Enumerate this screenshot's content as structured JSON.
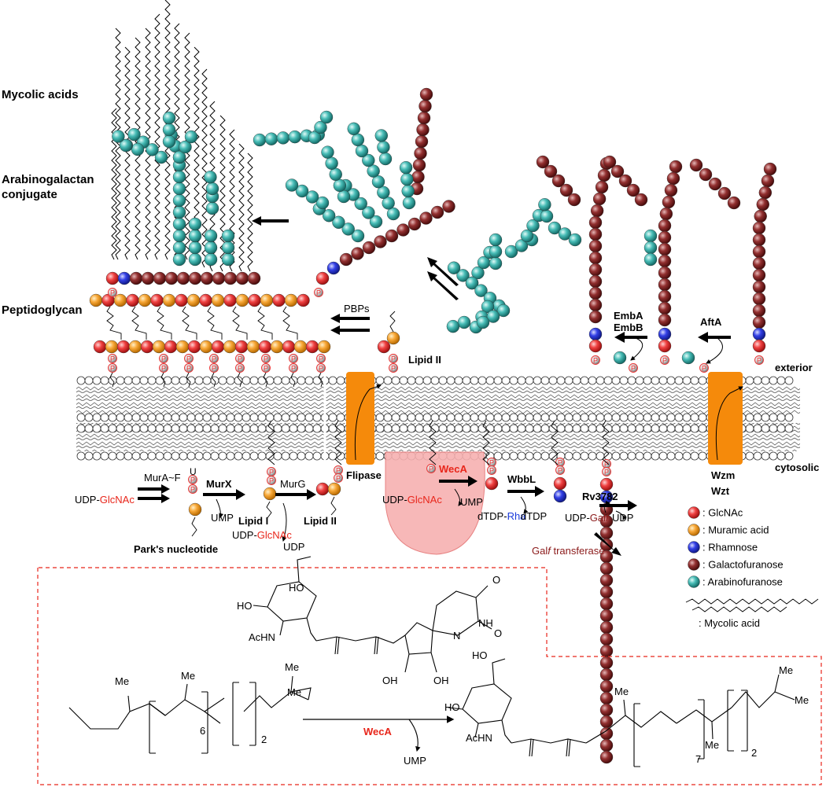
{
  "labels": {
    "mycolic_acids": "Mycolic acids",
    "arabinogalactan_line1": "Arabinogalactan",
    "arabinogalactan_line2": "conjugate",
    "peptidoglycan": "Peptidoglycan",
    "pbps": "PBPs",
    "lipid_ii_top": "Lipid II",
    "exterior": "exterior",
    "cytosolic": "cytosolic",
    "flipase": "Flipase",
    "wzm": "Wzm",
    "wzt": "Wzt",
    "emba": "EmbA",
    "embb": "EmbB",
    "afta": "AftA"
  },
  "pathway": {
    "udp": "UDP-",
    "glcnac": "GlcNAc",
    "mura_f": "MurA~F",
    "murx": "MurX",
    "ump": "UMP",
    "lipid_i": "Lipid I",
    "murg": "MurG",
    "lipid_ii": "Lipid II",
    "udp_plain": "UDP",
    "parks": "Park's nucleotide",
    "weca": "WecA",
    "wbbl": "WbbL",
    "dtdp_prefix": "dTDP-",
    "rha": "Rha",
    "dtdp": "dTDP",
    "rv3782": "Rv3782",
    "galf_prefix": "Gal",
    "galf_f": "f",
    "galf_transferase": " transferase",
    "u": "U",
    "p": "P"
  },
  "legend": [
    {
      "label": ": GlcNAc",
      "color": "#ee2a2a"
    },
    {
      "label": ": Muramic acid",
      "color": "#f7a535"
    },
    {
      "label": ": Rhamnose",
      "color": "#2d3be0"
    },
    {
      "label": ": Galactofuranose",
      "color": "#8b2323"
    },
    {
      "label": ": Arabinofuranose",
      "color": "#3bb0ac"
    },
    {
      "label": ": Mycolic acid",
      "color": "#000000"
    }
  ],
  "reaction": {
    "enzyme": "WecA",
    "ump": "UMP",
    "me": "Me",
    "achn": "AcHN",
    "ho": "HO",
    "oh": "OH",
    "o": "O",
    "p": "P",
    "n": "N",
    "nh": "NH",
    "sub6": "6",
    "sub7": "7",
    "sub2": "2"
  },
  "colors": {
    "glcnac": "#ee2a2a",
    "muramic": "#f7a535",
    "rhamnose": "#2d3be0",
    "galf": "#8b2323",
    "araf": "#3bb0ac",
    "orange_channel": "#f58a0b",
    "weca_blob": "#f7b1b1",
    "dashed_border": "#e8261b"
  }
}
